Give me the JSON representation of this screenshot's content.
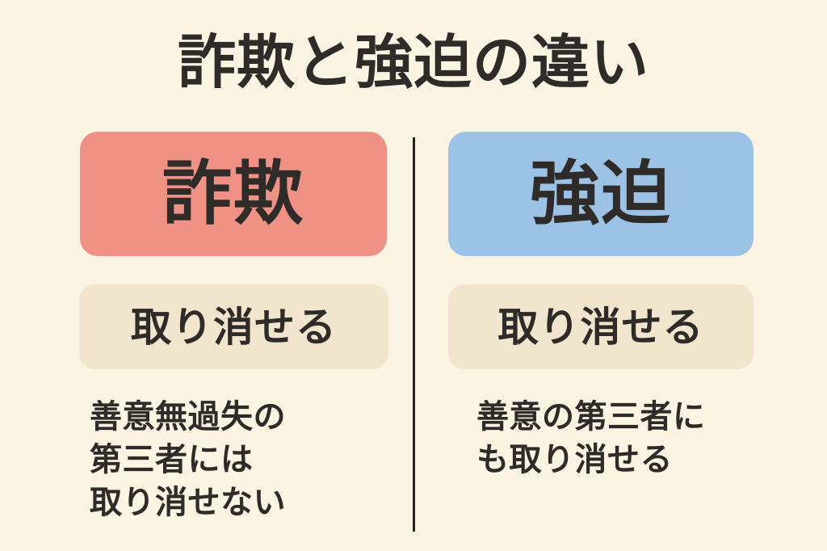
{
  "title": "詐欺と強迫の違い",
  "colors": {
    "background": "#FBF4E3",
    "ink": "#2E2B28",
    "divider": "#262422",
    "fraud_header_bg": "#EF9285",
    "duress_header_bg": "#9CC2E5",
    "result_bg": "#F2E5CD"
  },
  "columns": [
    {
      "key": "fraud",
      "header": "詐欺",
      "header_bg": "#EF9285",
      "result": "取り消せる",
      "note_lines": [
        "善意無過失の",
        "第三者には",
        "取り消せない"
      ]
    },
    {
      "key": "duress",
      "header": "強迫",
      "header_bg": "#9CC2E5",
      "result": "取り消せる",
      "note_lines": [
        "善意の第三者に",
        "も取り消せる"
      ]
    }
  ]
}
